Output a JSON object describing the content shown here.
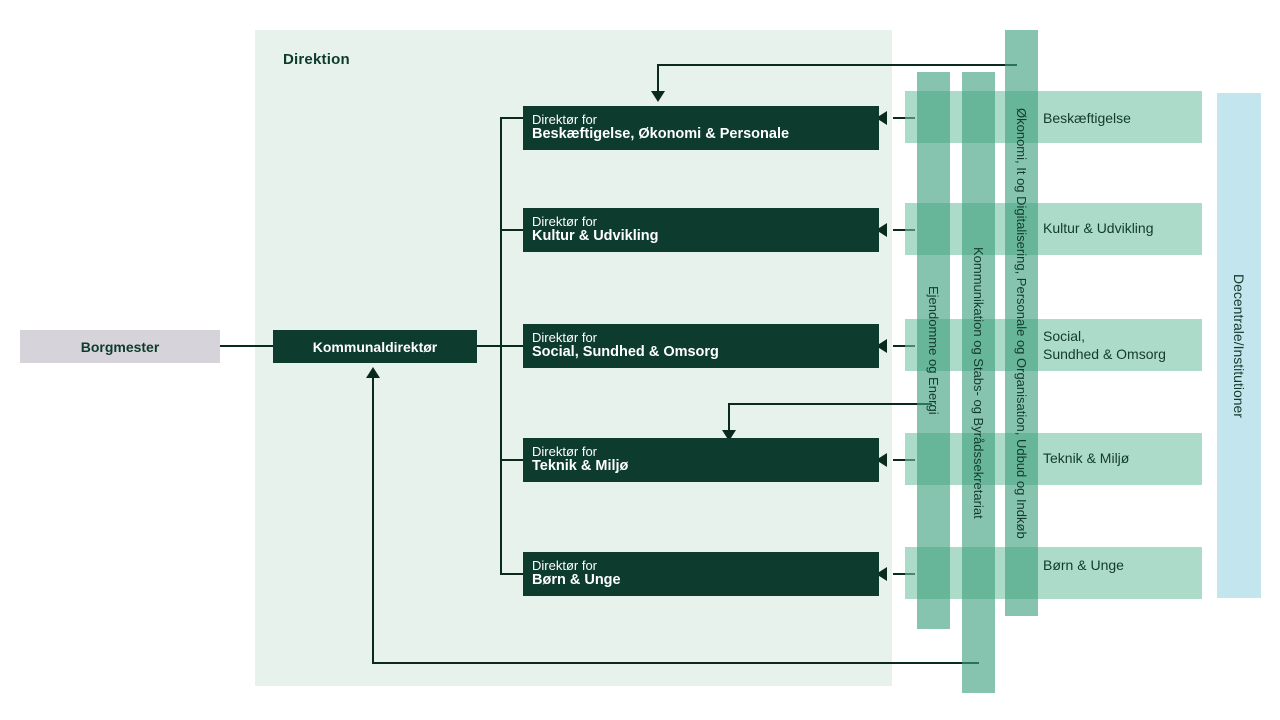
{
  "diagram": {
    "title": "Direktion",
    "top_node": {
      "label": "Borgmester"
    },
    "chief": {
      "label": "Kommunaldirektør"
    },
    "directors": [
      {
        "prefix": "Direktør for",
        "name": "Beskæftigelse, Økonomi & Personale"
      },
      {
        "prefix": "Direktør for",
        "name": "Kultur & Udvikling"
      },
      {
        "prefix": "Direktør for",
        "name": "Social, Sundhed & Omsorg"
      },
      {
        "prefix": "Direktør for",
        "name": "Teknik & Miljø"
      },
      {
        "prefix": "Direktør for",
        "name": "Børn & Unge"
      }
    ],
    "staff_columns": [
      {
        "label": "Ejendomme og Energi"
      },
      {
        "label": "Kommunikation og Stabs- og Byrådssekretariat"
      },
      {
        "label": "Økonomi, It og Digitalisering, Personale og Organisation, Udbud og Indkøb"
      }
    ],
    "departments": [
      {
        "label": "Beskæftigelse"
      },
      {
        "label": "Kultur & Udvikling"
      },
      {
        "label_line1": "Social,",
        "label_line2": "Sundhed & Omsorg"
      },
      {
        "label": "Teknik & Miljø"
      },
      {
        "label": "Børn & Unge"
      }
    ],
    "decentral": {
      "label": "Decentrale/Institutioner"
    },
    "colors": {
      "dark_green": "#0d3b2e",
      "panel_green": "#e7f2ec",
      "band_green": "#77c3a5",
      "column_green": "#3da07e",
      "grey": "#d6d4da",
      "blue": "#c3e5ee",
      "line": "#0a2a20"
    }
  }
}
